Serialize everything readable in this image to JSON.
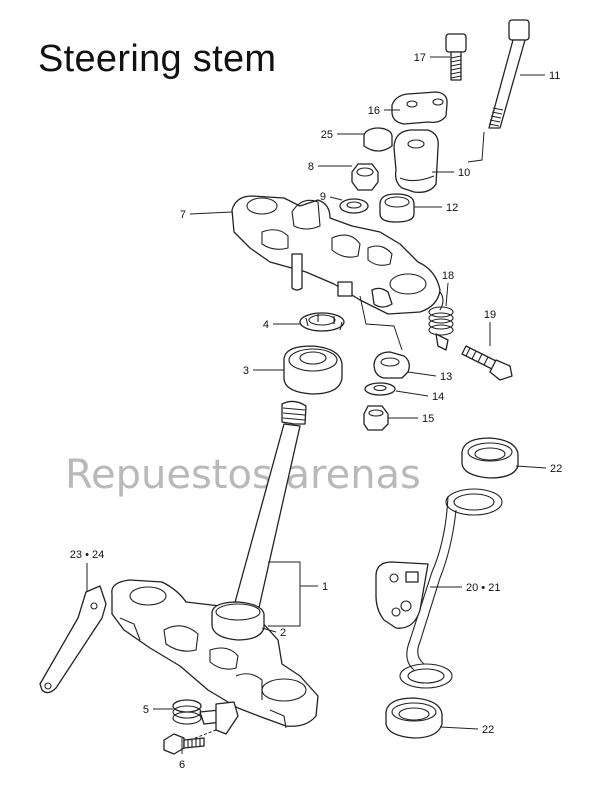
{
  "title": "Steering stem",
  "watermark": "Repuestos arenas",
  "callouts": [
    {
      "id": "c17",
      "label": "17"
    },
    {
      "id": "c11",
      "label": "11"
    },
    {
      "id": "c16",
      "label": "16"
    },
    {
      "id": "c25",
      "label": "25"
    },
    {
      "id": "c10",
      "label": "10"
    },
    {
      "id": "c8",
      "label": "8"
    },
    {
      "id": "c9",
      "label": "9"
    },
    {
      "id": "c12",
      "label": "12"
    },
    {
      "id": "c7",
      "label": "7"
    },
    {
      "id": "c18",
      "label": "18"
    },
    {
      "id": "c4",
      "label": "4"
    },
    {
      "id": "c19",
      "label": "19"
    },
    {
      "id": "c3",
      "label": "3"
    },
    {
      "id": "c13",
      "label": "13"
    },
    {
      "id": "c14",
      "label": "14"
    },
    {
      "id": "c15",
      "label": "15"
    },
    {
      "id": "c22a",
      "label": "22"
    },
    {
      "id": "c2324",
      "label": "23 • 24"
    },
    {
      "id": "c1",
      "label": "1"
    },
    {
      "id": "c2021",
      "label": "20 • 21"
    },
    {
      "id": "c2",
      "label": "2"
    },
    {
      "id": "c5",
      "label": "5"
    },
    {
      "id": "c6",
      "label": "6"
    },
    {
      "id": "c22b",
      "label": "22"
    }
  ]
}
